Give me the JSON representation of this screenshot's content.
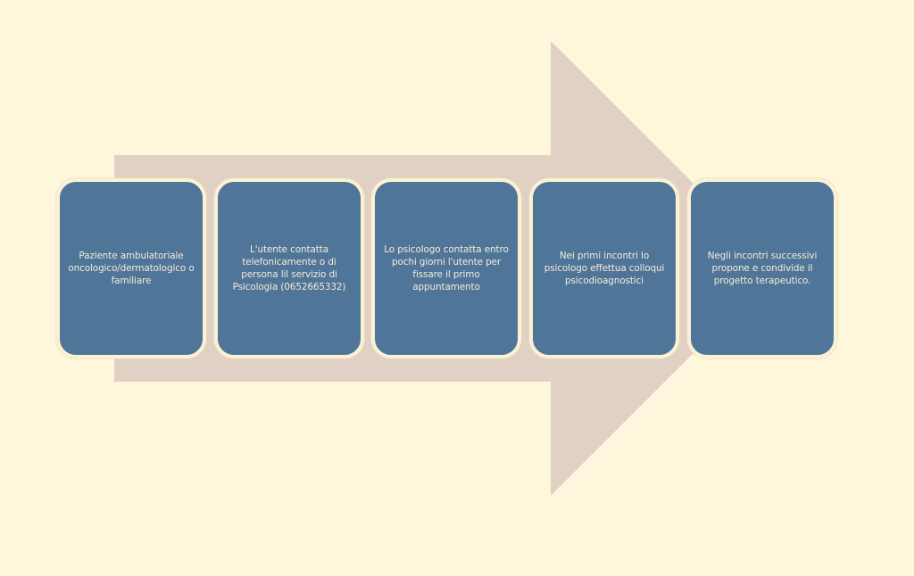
{
  "colors": {
    "background": "#fef7dc",
    "arrow": "#e0d1c4",
    "box_fill": "#4f7599",
    "box_border": "#fbf1d5",
    "text": "#f5ecd8"
  },
  "steps": [
    {
      "text": "Paziente ambulatoriale\noncologico/dermatologico  o\nfamiliare"
    },
    {
      "text": "L'utente contatta\ntelefonicamente o di\npersona lil servizio  di\nPsicologia (0652665332)"
    },
    {
      "text": "Lo psicologo contatta  entro\npochi giorni l'utente per\nfissare il primo\nappuntamento"
    },
    {
      "text": "Nei primi incontri lo\npsicologo effettua colloqui\npsicodioagnostici"
    },
    {
      "text": "Negli incontri successivi\npropone e condivide il\nprogetto terapeutico."
    }
  ]
}
